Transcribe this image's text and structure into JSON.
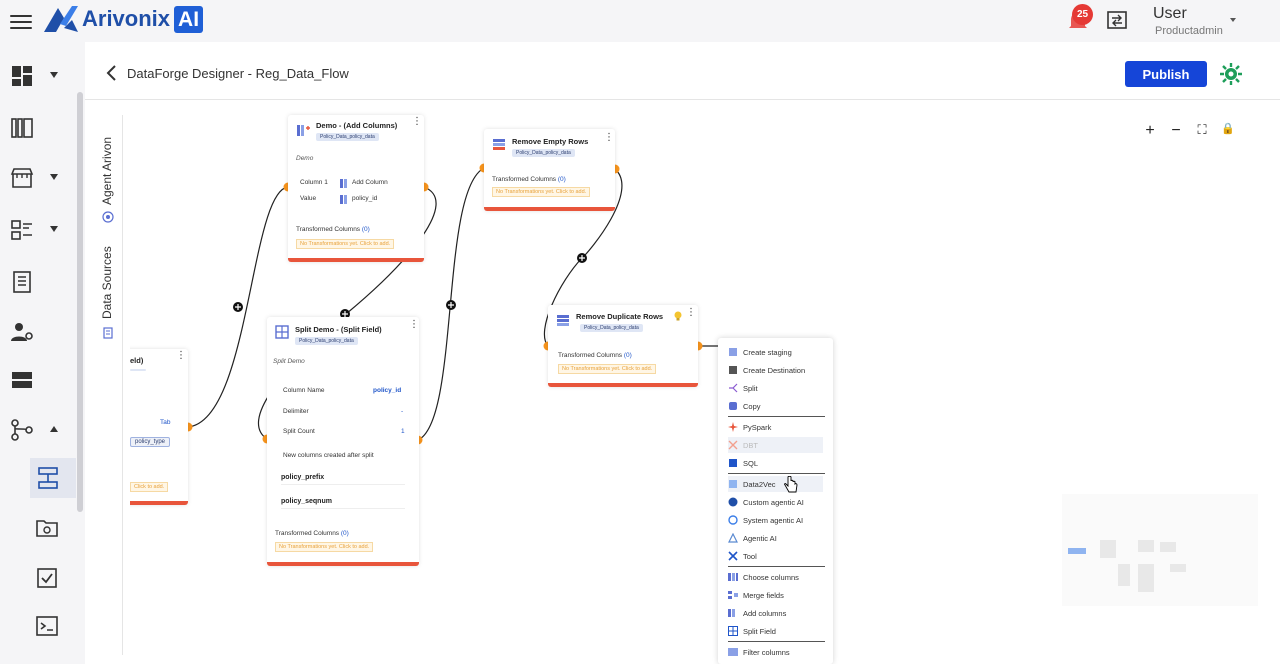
{
  "app": {
    "logo_text": "Arivonix",
    "logo_badge": "AI",
    "notifications_count": "25",
    "user_name": "User",
    "user_role": "Productadmin"
  },
  "header": {
    "title": "DataForge Designer - Reg_Data_Flow",
    "publish_label": "Publish"
  },
  "side_tabs": {
    "agent": "Agent Arivon",
    "sources": "Data Sources"
  },
  "zoom_controls": [
    "+",
    "−",
    "⛶",
    "🔒"
  ],
  "nodes": {
    "add_columns": {
      "title": "Demo - (Add Columns)",
      "tag": "Policy_Data_policy_data",
      "desc": "Demo",
      "column_label": "Column 1",
      "column_value": "Add Column",
      "value_label": "Value",
      "value_value": "policy_id",
      "transformed": "Transformed Columns",
      "transformed_count": "(0)",
      "warning": "No Transformations yet. Click to add."
    },
    "remove_empty": {
      "title": "Remove Empty Rows",
      "tag": "Policy_Data_policy_data",
      "transformed": "Transformed Columns",
      "transformed_count": "(0)",
      "warning": "No Transformations yet. Click to add."
    },
    "split_field": {
      "title": "Split Demo - (Split Field)",
      "tag": "Policy_Data_policy_data",
      "desc": "Split Demo",
      "col_name_label": "Column Name",
      "col_name_value": "policy_id",
      "delim_label": "Delimiter",
      "delim_value": "-",
      "split_count_label": "Split Count",
      "split_count_value": "1",
      "new_cols_label": "New columns created after split",
      "new_col_1": "policy_prefix",
      "new_col_2": "policy_seqnum",
      "transformed": "Transformed Columns",
      "transformed_count": "(0)",
      "warning": "No Transformations yet. Click to add."
    },
    "remove_dup": {
      "title": "Remove Duplicate Rows",
      "tag": "Policy_Data_policy_data",
      "transformed": "Transformed Columns",
      "transformed_count": "(0)",
      "warning": "No Transformations yet. Click to add."
    },
    "left_partial": {
      "title": "eld)",
      "tab_label": "Tab",
      "value": "policy_type",
      "warning": "Click to add."
    }
  },
  "context_menu": {
    "items": [
      "Create staging",
      "Create Destination",
      "Split",
      "Copy",
      "PySpark",
      "DBT",
      "SQL",
      "Data2Vec",
      "Custom agentic AI",
      "System agentic AI",
      "Agentic AI",
      "Tool",
      "Choose columns",
      "Merge fields",
      "Add columns",
      "Split Field",
      "Filter columns"
    ]
  },
  "colors": {
    "accent": "#1545d8",
    "port": "#f7941d",
    "node_bottom": "#e8553b",
    "brand": "#1f4fa8"
  }
}
